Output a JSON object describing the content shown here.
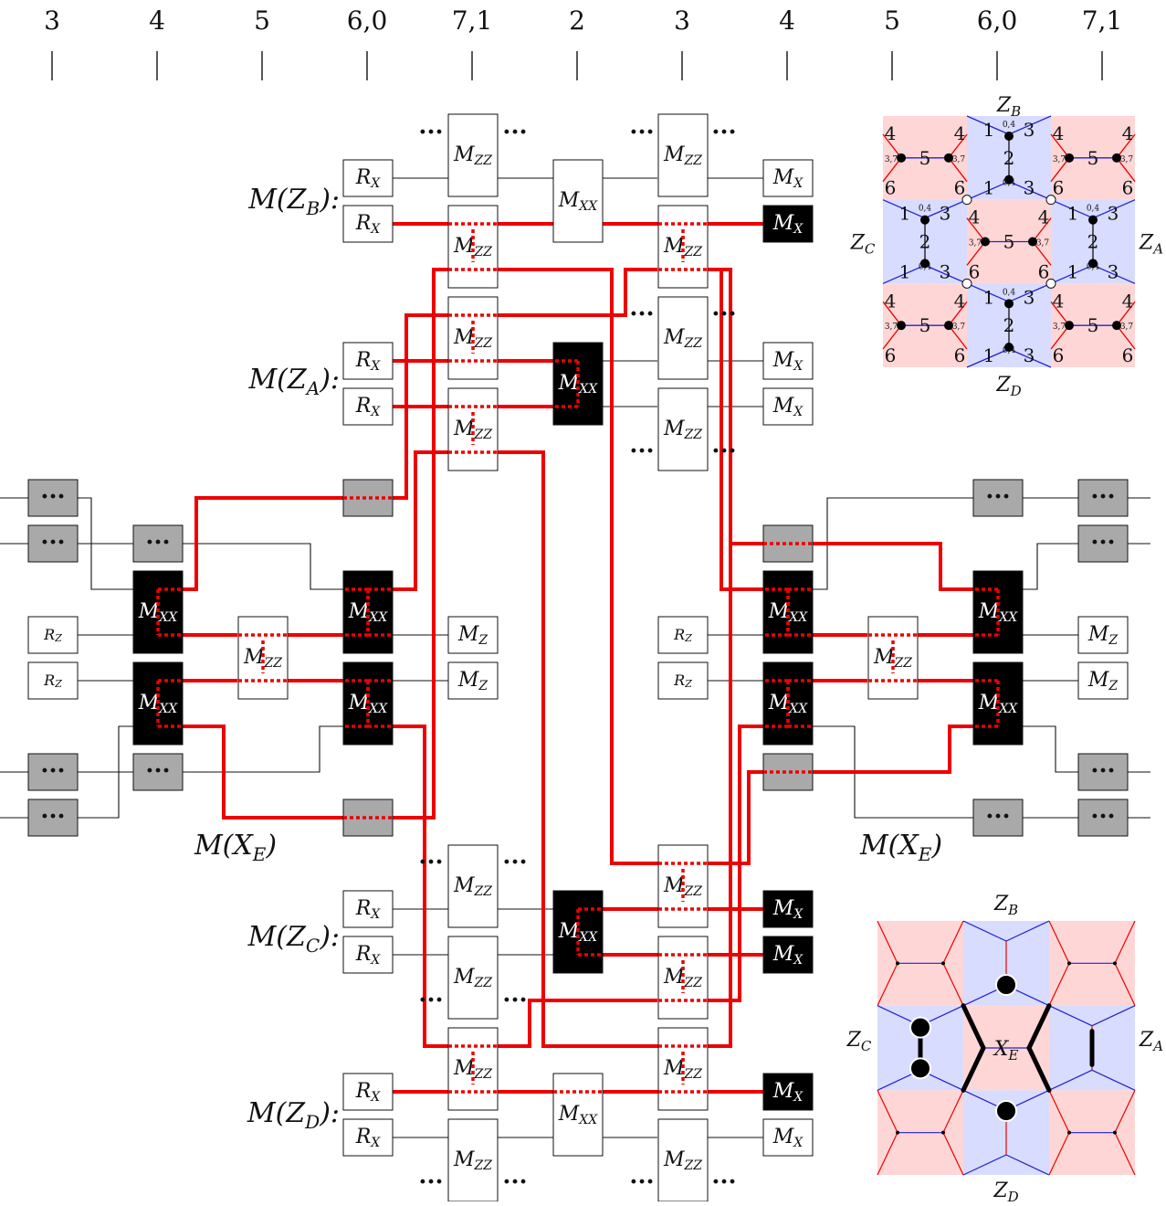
{
  "timesteps": [
    "3",
    "4",
    "5",
    "6,0",
    "7,1",
    "2",
    "3",
    "4",
    "5",
    "6,0",
    "7,1"
  ],
  "gate_labels": {
    "rx": {
      "main": "R",
      "sub": "X"
    },
    "rz": {
      "main": "R",
      "sub": "Z"
    },
    "mx": {
      "main": "M",
      "sub": "X"
    },
    "mz": {
      "main": "M",
      "sub": "Z"
    },
    "mxx": {
      "main": "M",
      "sub": "XX"
    },
    "mzz": {
      "main": "M",
      "sub": "ZZ"
    },
    "ellipsis": "···"
  },
  "measurement_labels": {
    "zb": {
      "pre": "M(Z",
      "sub": "B",
      "post": "):"
    },
    "za": {
      "pre": "M(Z",
      "sub": "A",
      "post": "):"
    },
    "zc": {
      "pre": "M(Z",
      "sub": "C",
      "post": "):"
    },
    "zd": {
      "pre": "M(Z",
      "sub": "D",
      "post": "):"
    },
    "xe_left": {
      "pre": "M(X",
      "sub": "E",
      "post": ")"
    },
    "xe_right": {
      "pre": "M(X",
      "sub": "E",
      "post": ")"
    }
  },
  "lattice_top": {
    "labels": {
      "zb": "Z",
      "za": "Z",
      "zc": "Z",
      "zd": "Z"
    },
    "subs": {
      "zb": "B",
      "za": "A",
      "zc": "C",
      "zd": "D"
    },
    "qubit_numbers": [
      "1",
      "2",
      "3",
      "4",
      "5",
      "6"
    ],
    "pair_labels": [
      "0,4",
      "3,7"
    ]
  },
  "lattice_bottom": {
    "labels": {
      "zb": "Z",
      "za": "Z",
      "zc": "Z",
      "zd": "Z"
    },
    "subs": {
      "zb": "B",
      "za": "A",
      "zc": "C",
      "zd": "D"
    },
    "center": {
      "main": "X",
      "sub": "E"
    }
  },
  "colors": {
    "red": "#ee0000",
    "plaquette_red": "#ffd6d6",
    "plaquette_blue": "#d8dcff",
    "blue_edge": "#2222cc",
    "gray": "#a9a9a9"
  }
}
